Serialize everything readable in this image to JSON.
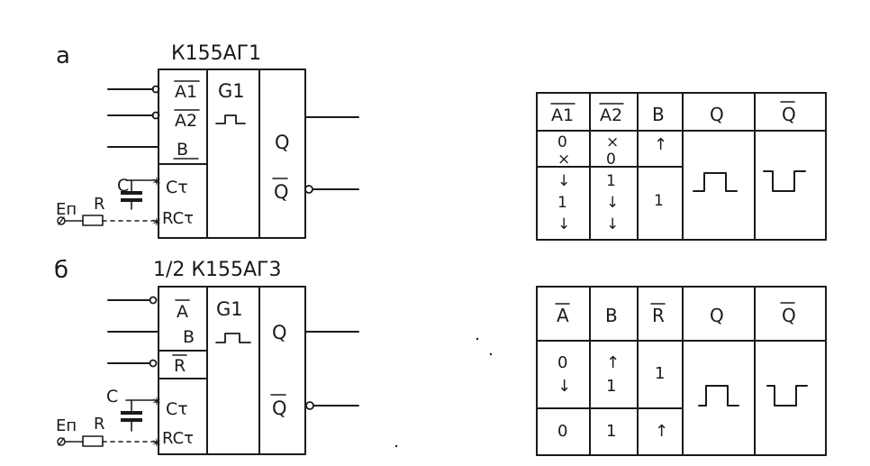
{
  "diagram_a": {
    "label": "a",
    "title": "К155АГ1",
    "inputs": [
      "A1",
      "A2",
      "B"
    ],
    "timing_inputs": [
      "Cτ",
      "RCτ"
    ],
    "function_label": "G1",
    "outputs": [
      "Q",
      "Q"
    ],
    "supply_label": "Eп",
    "resistor_label": "R",
    "capacitor_label": "C",
    "table": {
      "headers": [
        "A1",
        "A2",
        "B",
        "Q",
        "Q"
      ],
      "rows": [
        {
          "a1": "0",
          "a2": "×",
          "b": "↑"
        },
        {
          "a1": "×",
          "a2": "0",
          "b": ""
        },
        {
          "a1": "↓",
          "a2": "1",
          "b": "1"
        },
        {
          "a1": "1",
          "a2": "↓",
          "b": ""
        },
        {
          "a1": "↓",
          "a2": "↓",
          "b": ""
        }
      ]
    }
  },
  "diagram_b": {
    "label": "б",
    "title": "1/2 К155АГ3",
    "inputs": [
      "A",
      "B",
      "R"
    ],
    "timing_inputs": [
      "Cτ",
      "RCτ"
    ],
    "function_label": "G1",
    "outputs": [
      "Q",
      "Q"
    ],
    "supply_label": "Eп",
    "resistor_label": "R",
    "capacitor_label": "C",
    "table": {
      "headers": [
        "A",
        "B",
        "R",
        "Q",
        "Q"
      ],
      "rows": [
        {
          "a": "0",
          "b": "↑",
          "r": "1"
        },
        {
          "a": "↓",
          "b": "1",
          "r": ""
        },
        {
          "a": "0",
          "b": "1",
          "r": "↑"
        }
      ]
    }
  }
}
